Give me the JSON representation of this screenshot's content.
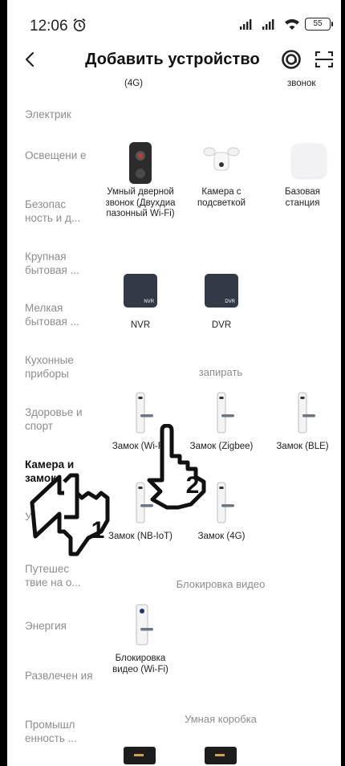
{
  "status_bar": {
    "time": "12:06",
    "battery": "55"
  },
  "header": {
    "title": "Добавить устройство"
  },
  "sidebar": {
    "items": [
      {
        "label": "Электрик",
        "active": false
      },
      {
        "label": "Освещени е",
        "active": false
      },
      {
        "label": "Безопас ность и д...",
        "active": false
      },
      {
        "label": "Крупная бытовая ...",
        "active": false
      },
      {
        "label": "Мелкая бытовая ...",
        "active": false
      },
      {
        "label": "Кухонные приборы",
        "active": false
      },
      {
        "label": "Здоровье и спорт",
        "active": false
      },
      {
        "label": "Камера и замок",
        "active": true
      },
      {
        "label": "Управ ле...",
        "active": false
      },
      {
        "label": "Путешес твие на о...",
        "active": false
      },
      {
        "label": "Энергия",
        "active": false
      },
      {
        "label": "Развлечен ия",
        "active": false
      },
      {
        "label": "Промышл енность ...",
        "active": false
      }
    ]
  },
  "content": {
    "top_cut": {
      "left": "(4G)",
      "right": "звонок"
    },
    "cameras": [
      {
        "label": "Умный дверной звонок (Двухдиа пазонный Wi-Fi)",
        "icon": "doorbell-icon"
      },
      {
        "label": "Камера с подсветкой",
        "icon": "floodlight-camera-icon"
      },
      {
        "label": "Базовая станция",
        "icon": "base-station-icon"
      },
      {
        "label": "NVR",
        "icon": "nvr-icon"
      },
      {
        "label": "DVR",
        "icon": "dvr-icon"
      }
    ],
    "locks_section": {
      "title": "запирать"
    },
    "locks": [
      {
        "label": "Замок (Wi-Fi)"
      },
      {
        "label": "Замок (Zigbee)"
      },
      {
        "label": "Замок (BLE)"
      },
      {
        "label": "Замок (NB-IoT)"
      },
      {
        "label": "Замок (4G)"
      }
    ],
    "video_lock_section": {
      "title": "Блокировка видео"
    },
    "video_locks": [
      {
        "label": "Блокировка видео (Wi-Fi)"
      }
    ],
    "smart_box_section": {
      "title": "Умная коробка"
    }
  },
  "overlay": {
    "hand1_number": "1",
    "hand2_number": "2"
  },
  "colors": {
    "active_text": "#111111",
    "inactive_text": "#8d8d8d",
    "tile_dark": "#333a47"
  }
}
